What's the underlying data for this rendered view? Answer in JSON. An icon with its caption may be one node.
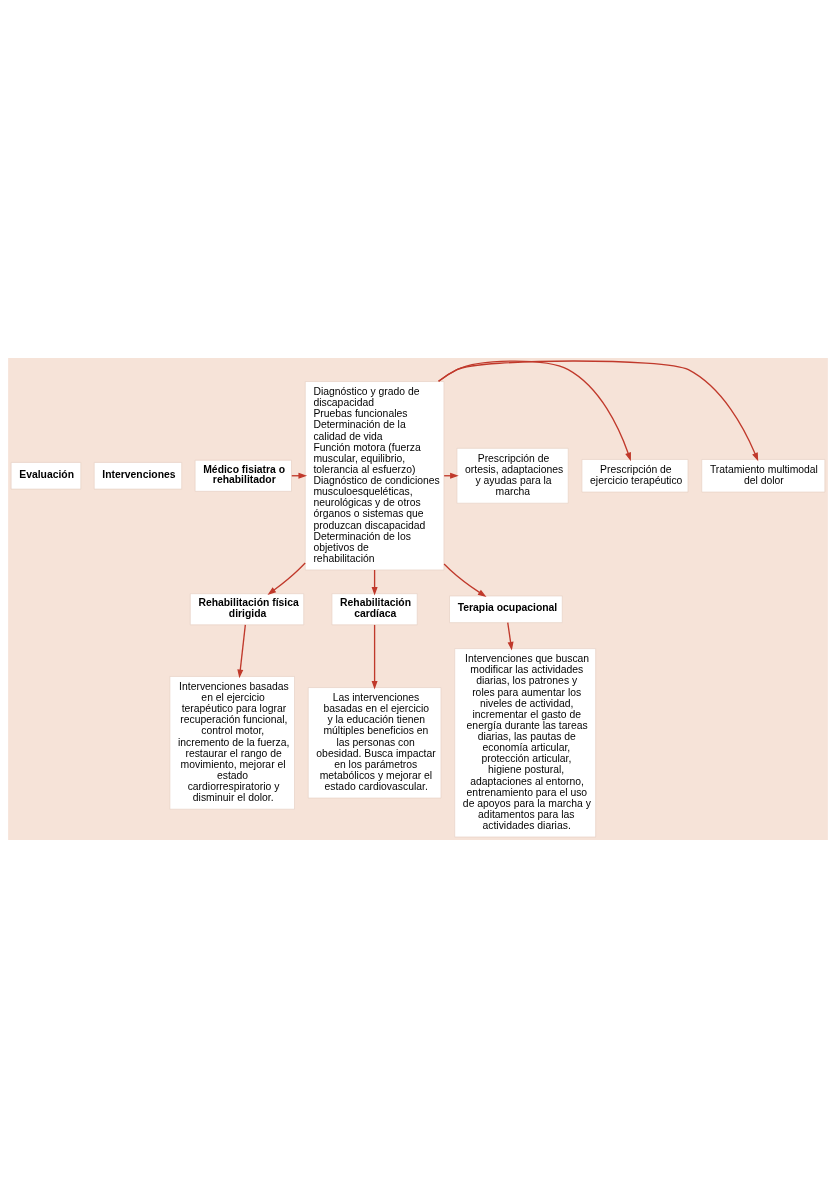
{
  "diagram": {
    "nodes": [
      {
        "text": [
          "Evaluación"
        ]
      },
      {
        "text": [
          "Intervenciones"
        ]
      },
      {
        "text": [
          "Médico fisiatra o rehabilitador"
        ]
      },
      {
        "text": [
          "Diagnóstico y grado de discapacidad",
          "Pruebas funcionales",
          "Determinación de la calidad de vida",
          "Función motora (fuerza muscular, equilibrio, tolerancia al esfuerzo)",
          "Diagnóstico de condiciones musculoesqueléticas, neurológicas y de otros órganos o sistemas que produzcan discapacidad",
          "Determinación de los objetivos de rehabilitación"
        ]
      },
      {
        "text": [
          "Tratamiento multimodal del dolor"
        ]
      },
      {
        "text": [
          "Prescripción de ejercicio terapéutico"
        ]
      },
      {
        "text": [
          "Prescripción de ortesis, adaptaciones y ayudas para la marcha"
        ]
      },
      {
        "text": [
          "Rehabilitación física dirigida"
        ]
      },
      {
        "text": [
          "Rehabilitación cardíaca"
        ]
      },
      {
        "text": [
          "Terapia ocupacional"
        ]
      },
      {
        "text": [
          "Intervenciones basadas en el ejercicio terapéutico para lograr recuperación funcional, control motor, incremento de la fuerza, restaurar el rango de movimiento, mejorar el estado cardiorrespiratorio y disminuir el dolor."
        ]
      },
      {
        "text": [
          "Las intervenciones basadas en el ejercicio y la educación tienen múltiples beneficios en las personas con obesidad. Busca impactar en los parámetros metabólicos y mejorar el estado cardiovascular."
        ]
      },
      {
        "text": [
          "Intervenciones que buscan modificar las actividades diarias, los patrones y roles para aumentar los niveles de actividad, incrementar el gasto de energía durante las tareas diarias, las pautas de economía articular, protección articular, higiene postural, adaptaciones al entorno, entrenamiento para el uso de apoyos para la marcha y aditamentos para las actividades diarias."
        ]
      }
    ],
    "edges": [
      {
        "from": 2,
        "to": 3,
        "arrow": "to"
      },
      {
        "from": 3,
        "to": 4,
        "arrow": "to"
      },
      {
        "from": 3,
        "to": 5,
        "arrow": "to"
      },
      {
        "from": 3,
        "to": 6,
        "arrow": "to"
      },
      {
        "from": 3,
        "to": 7,
        "arrow": "to"
      },
      {
        "from": 3,
        "to": 8,
        "arrow": "to"
      },
      {
        "from": 3,
        "to": 9,
        "arrow": "to"
      },
      {
        "from": 7,
        "to": 10,
        "arrow": "to"
      },
      {
        "from": 8,
        "to": 11,
        "arrow": "to"
      },
      {
        "from": 9,
        "to": 12,
        "arrow": "to"
      }
    ]
  }
}
